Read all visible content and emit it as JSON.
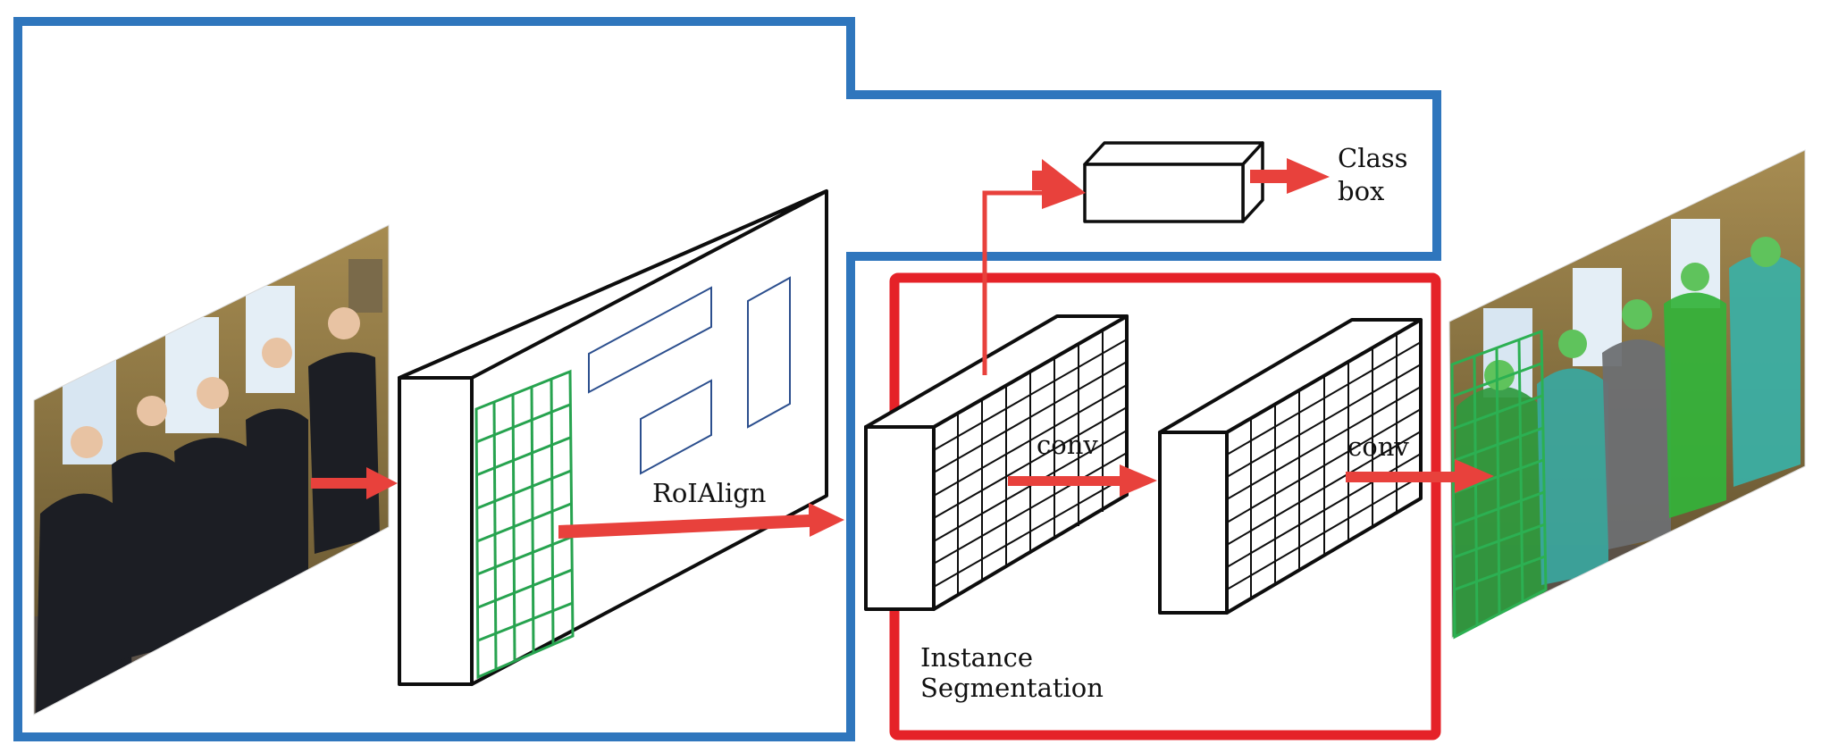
{
  "labels": {
    "roialign": "RoIAlign",
    "class": "Class",
    "box": "box",
    "conv1": "conv",
    "conv2": "conv",
    "instance": "Instance",
    "segmentation": "Segmentation"
  },
  "colors": {
    "blue_outline": "#2f76bd",
    "red_outline": "#e52228",
    "arrow": "#e8413c",
    "roi_grid": "#27a34f",
    "proposal_box": "#2c4f8e",
    "stroke": "#0d0d0d"
  },
  "images": {
    "input_photo": "oval-office-group-photo",
    "output_photo": "segmented-group-photo"
  }
}
